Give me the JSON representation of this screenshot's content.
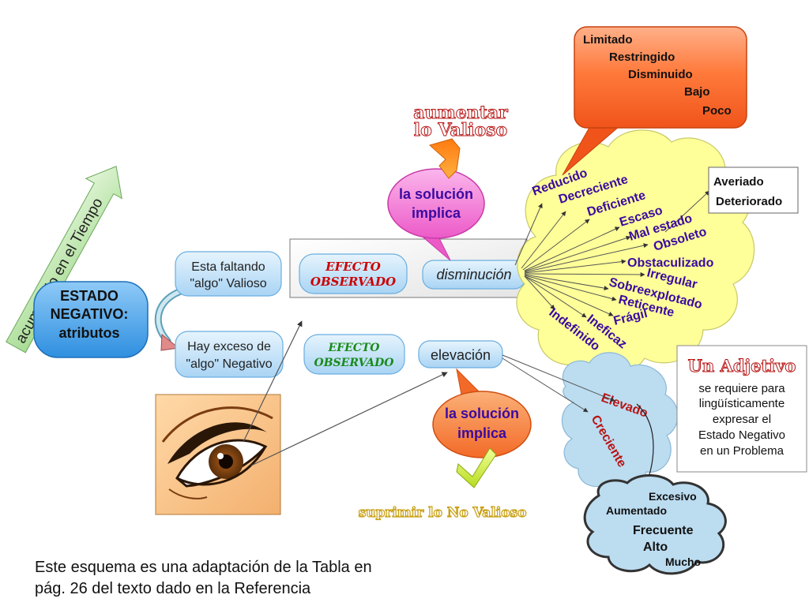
{
  "colors": {
    "blue_node": "#3d9be6",
    "light_blue_node": "#bfe0f8",
    "purple_text": "#3a0aa0",
    "red_italic": "#cc0000",
    "green_italic": "#1a8a1a",
    "dark_red_text": "#b81414",
    "pink_bubble": "#f07ad2",
    "orange_box": "#ff6a2a",
    "yellow_cloud": "#ffff99",
    "blue_cloud": "#bcdcf0",
    "arrow_green": "#b8e8a8"
  },
  "time_arrow": {
    "text": "acumulado en el Tiempo"
  },
  "estado": {
    "line1": "ESTADO",
    "line2": "NEGATIVO:",
    "line3": "atributos"
  },
  "falta": {
    "line1": "Esta faltando",
    "line2": "\"algo\" Valioso"
  },
  "exceso": {
    "line1": "Hay exceso de",
    "line2": "\"algo\" Negativo"
  },
  "efecto_top": {
    "line1": "EFECTO",
    "line2": "OBSERVADO"
  },
  "efecto_bottom": {
    "line1": "EFECTO",
    "line2": "OBSERVADO"
  },
  "disminucion": "disminución",
  "elevacion": "elevación",
  "solucion_top": {
    "line1": "la solución",
    "line2": "implica"
  },
  "solucion_bottom": {
    "line1": "la solución",
    "line2": "implica"
  },
  "aumentar": {
    "line1": "aumentar",
    "line2": "lo Valioso"
  },
  "suprimir": "suprimir lo No Valioso",
  "orange_callout": {
    "words": [
      "Limitado",
      "Restringido",
      "Disminuido",
      "Bajo",
      "Poco"
    ]
  },
  "yellow_words": [
    "Reducido",
    "Decreciente",
    "Deficiente",
    "Escaso",
    "Mal estado",
    "Obsoleto",
    "Obstaculizado",
    "Irregular",
    "Sobreexplotado",
    "Reticente",
    "Frágil",
    "Ineficaz",
    "Indefinido"
  ],
  "averiado_box": {
    "line1": "Averiado",
    "line2": "Deteriorado"
  },
  "blue_cloud_words": [
    "Elevado",
    "Creciente"
  ],
  "bottom_cloud_words": [
    "Excesivo",
    "Aumentado",
    "Frecuente",
    "Alto",
    "Mucho"
  ],
  "adjetivo_box": {
    "title": "Un Adjetivo",
    "line1": "se requiere para",
    "line2": "lingüísticamente",
    "line3": "expresar el",
    "line4": "Estado Negativo",
    "line5": "en un Problema"
  },
  "caption": {
    "line1": "Este esquema es una adaptación de la Tabla en",
    "line2": "pág. 26 del texto dado en la Referencia"
  }
}
